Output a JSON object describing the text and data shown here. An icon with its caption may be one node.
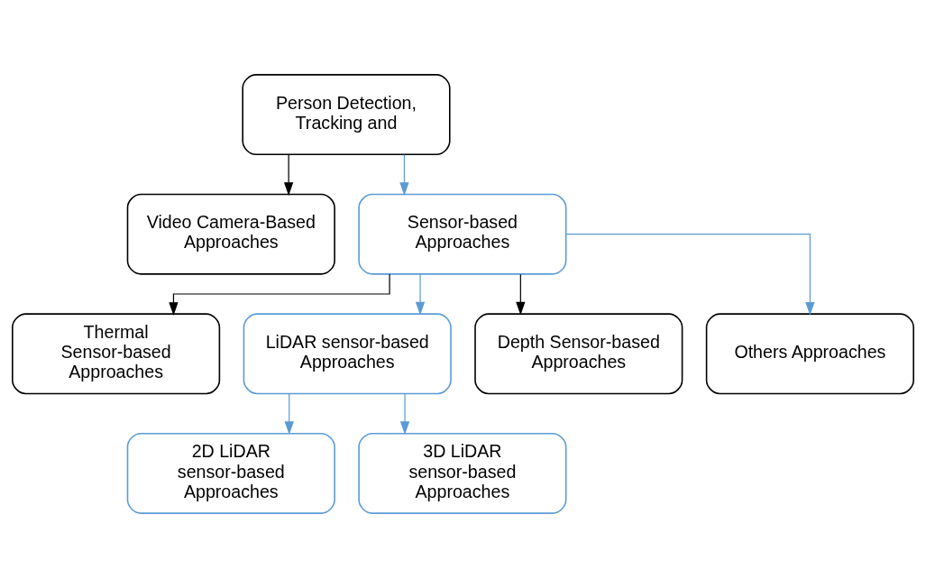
{
  "diagram": {
    "nodes": [
      {
        "text": [
          "Person Detection, Tracking and"
        ]
      },
      {
        "text": [
          "Video Camera-Based Approaches"
        ]
      },
      {
        "text": [
          "Sensor-based Approaches"
        ]
      },
      {
        "text": [
          "Thermal Sensor-based Approaches"
        ]
      },
      {
        "text": [
          "LiDAR sensor-based Approaches"
        ]
      },
      {
        "text": [
          "Depth Sensor-based Approaches"
        ]
      },
      {
        "text": [
          "Others Approaches"
        ]
      },
      {
        "text": [
          "2D LiDAR sensor-based Approaches"
        ]
      },
      {
        "text": [
          "3D LiDAR sensor-based Approaches"
        ]
      }
    ],
    "edges": [
      {
        "from": 0,
        "to": 1,
        "arrow": "to",
        "color": "#000000"
      },
      {
        "from": 0,
        "to": 2,
        "arrow": "to"
      },
      {
        "from": 2,
        "to": 3,
        "arrow": "to",
        "color": "#000000"
      },
      {
        "from": 2,
        "to": 4,
        "arrow": "to"
      },
      {
        "from": 2,
        "to": 5,
        "arrow": "to",
        "color": "#000000"
      },
      {
        "from": 2,
        "to": 6,
        "arrow": "to"
      },
      {
        "from": 4,
        "to": 7,
        "arrow": "to"
      },
      {
        "from": 4,
        "to": 8,
        "arrow": "to"
      }
    ]
  }
}
